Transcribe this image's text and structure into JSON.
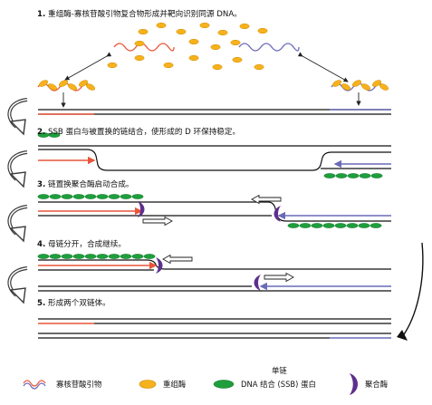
{
  "steps": [
    {
      "num": "1.",
      "text": "重组酶-寡核苷酸引物复合物形成并靶向识别同源 DNA。"
    },
    {
      "num": "2.",
      "text": "SSB 蛋白与被置换的链结合，使形成的 D 环保持稳定。"
    },
    {
      "num": "3.",
      "text": "链置换聚合酶启动合成。"
    },
    {
      "num": "4.",
      "text": "母链分开，合成继续。"
    },
    {
      "num": "5.",
      "text": "形成两个双链体。"
    }
  ],
  "legend": {
    "primer": "寡核苷酸引物",
    "recombinase": "重组酶",
    "ssb_line1": "单链",
    "ssb_line2": "DNA 结合 (SSB) 蛋白",
    "polymerase": "聚合酶"
  },
  "colors": {
    "primer_red": "#e8553a",
    "primer_blue": "#6a6ab8",
    "recombinase": "#f5b21c",
    "ssb": "#1e9e3c",
    "polymerase": "#5e2f8c",
    "curl_arrow": "#3a3a3a"
  }
}
